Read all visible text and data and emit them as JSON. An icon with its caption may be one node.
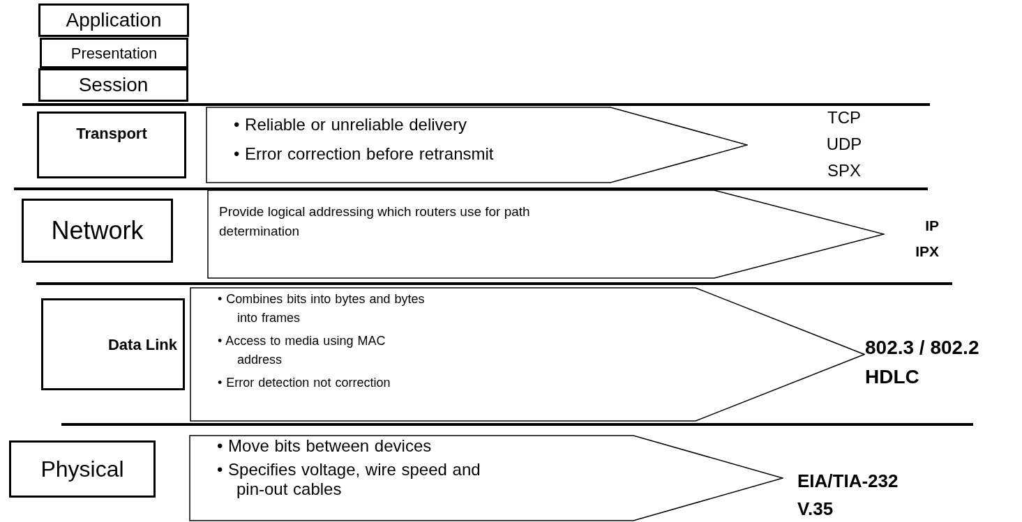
{
  "diagram": {
    "nodes": [
      {
        "text": [
          "Application"
        ]
      },
      {
        "text": [
          "Presentation"
        ]
      },
      {
        "text": [
          "Session"
        ]
      },
      {
        "text": [
          "Transport"
        ]
      },
      {
        "text": [
          "• Reliable or unreliable delivery",
          "• Error correction before retransmit"
        ],
        "beside": [
          "TCP",
          "UDP",
          "SPX"
        ]
      },
      {
        "text": [
          "Network"
        ]
      },
      {
        "text": [
          "Provide logical addressing which routers use for path determination"
        ],
        "beside": [
          "IP",
          "IPX"
        ]
      },
      {
        "text": [
          "Data Link"
        ]
      },
      {
        "text": [
          "• Combines bits into bytes and bytes into frames",
          "• Access to media using MAC address",
          "• Error detection not correction"
        ],
        "beside": [
          "802.3 / 802.2",
          "HDLC"
        ]
      },
      {
        "text": [
          "Physical"
        ]
      },
      {
        "text": [
          "• Move bits between devices",
          "• Specifies voltage, wire speed and pin-out cables"
        ],
        "beside": [
          "EIA/TIA-232",
          "V.35"
        ]
      }
    ]
  }
}
